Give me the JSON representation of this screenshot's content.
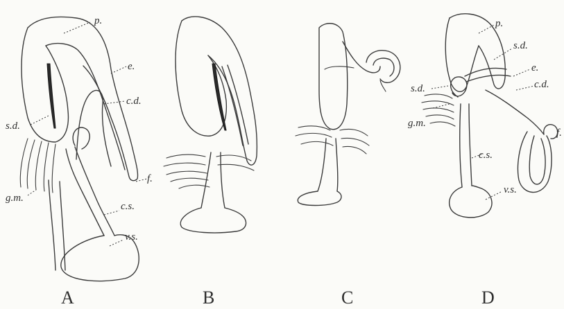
{
  "figure": {
    "panels": [
      {
        "caption": "A",
        "labels": {
          "p": "p.",
          "e": "e.",
          "cd": "c.d.",
          "sd": "s.d.",
          "gm": "g.m.",
          "f": "f.",
          "cs": "c.s.",
          "vs": "v.s."
        }
      },
      {
        "caption": "B",
        "labels": {}
      },
      {
        "caption": "C",
        "labels": {}
      },
      {
        "caption": "D",
        "labels": {
          "p": "p.",
          "sd_upper": "s.d.",
          "e": "e.",
          "cd": "c.d.",
          "sd_left": "s.d.",
          "gm": "g.m.",
          "f": "f.",
          "cs": "c.s.",
          "vs": "v.s."
        }
      }
    ]
  }
}
